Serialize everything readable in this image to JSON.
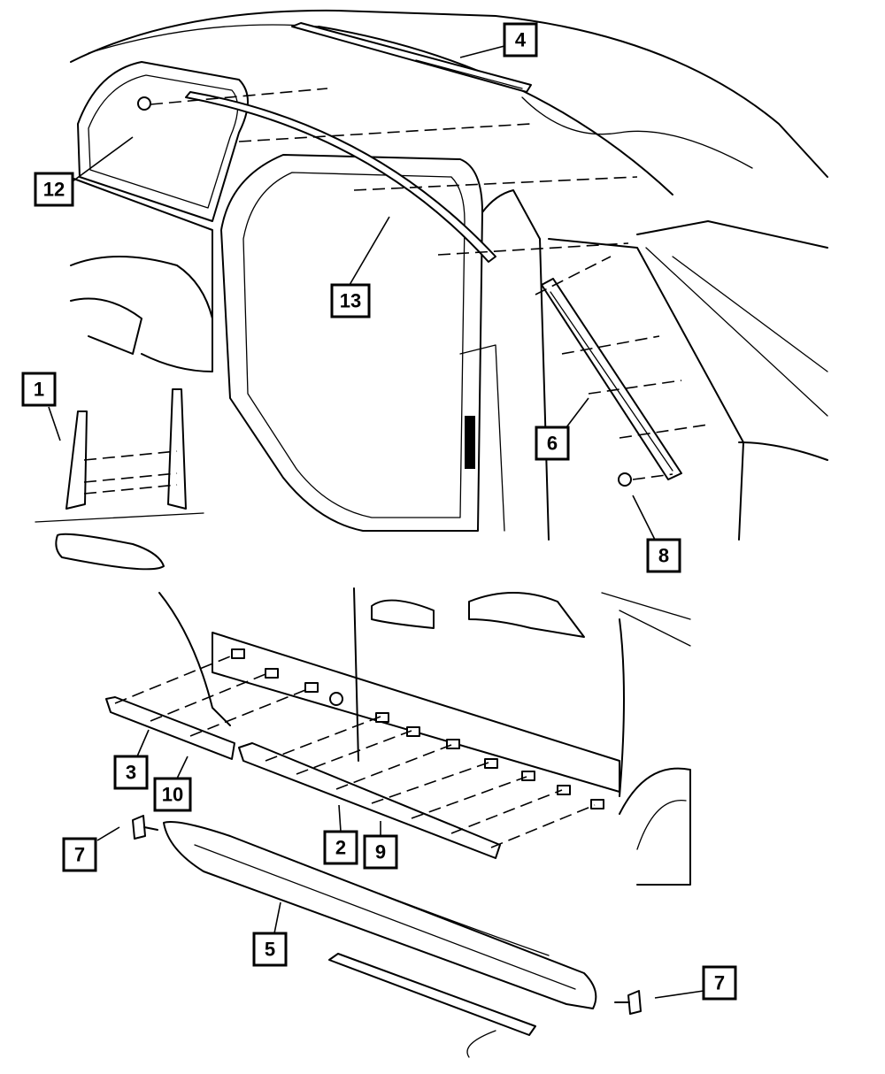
{
  "callouts": [
    {
      "id": "c1",
      "label": "1"
    },
    {
      "id": "c2",
      "label": "2"
    },
    {
      "id": "c3",
      "label": "3"
    },
    {
      "id": "c4",
      "label": "4"
    },
    {
      "id": "c5",
      "label": "5"
    },
    {
      "id": "c6",
      "label": "6"
    },
    {
      "id": "c7a",
      "label": "7"
    },
    {
      "id": "c7b",
      "label": "7"
    },
    {
      "id": "c8",
      "label": "8"
    },
    {
      "id": "c9",
      "label": "9"
    },
    {
      "id": "c10",
      "label": "10"
    },
    {
      "id": "c12",
      "label": "12"
    },
    {
      "id": "c13",
      "label": "13"
    }
  ]
}
